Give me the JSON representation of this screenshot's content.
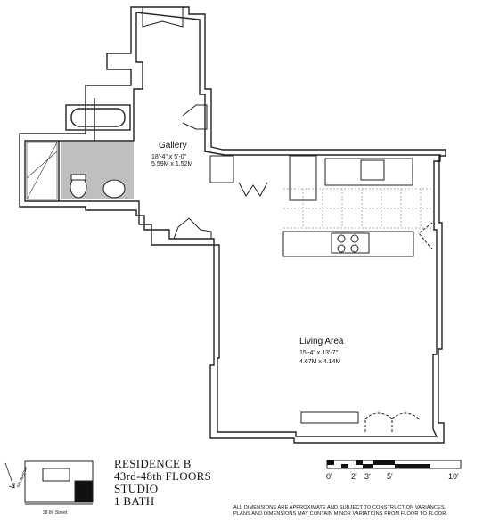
{
  "rooms": {
    "gallery": {
      "name": "Gallery",
      "dim_imperial": "18'-4\" x 5'-0\"",
      "dim_metric": "5.59M x 1.52M"
    },
    "living": {
      "name": "Living Area",
      "dim_imperial": "15'-4\" x 13'-7\"",
      "dim_metric": "4.67M x 4.14M"
    }
  },
  "title_block": {
    "line1": "RESIDENCE B",
    "line2": "43rd-48th FLOORS",
    "line3": "STUDIO",
    "line4": "1 BATH"
  },
  "key_plan": {
    "avenue_label": "5th Avenue",
    "street_label": "38 th. Street"
  },
  "scale_bar": {
    "labels": [
      "0'",
      "2'",
      "3'",
      "5'",
      "10'"
    ]
  },
  "disclaimer": {
    "line1": "ALL DIMENSIONS ARE APPROXIMATE AND SUBJECT TO CONSTRUCTION VARIANCES.",
    "line2": "PLANS AND DIMENSIONS MAY CONTAIN MINOR VARIATIONS FROM FLOOR TO FLOOR."
  }
}
